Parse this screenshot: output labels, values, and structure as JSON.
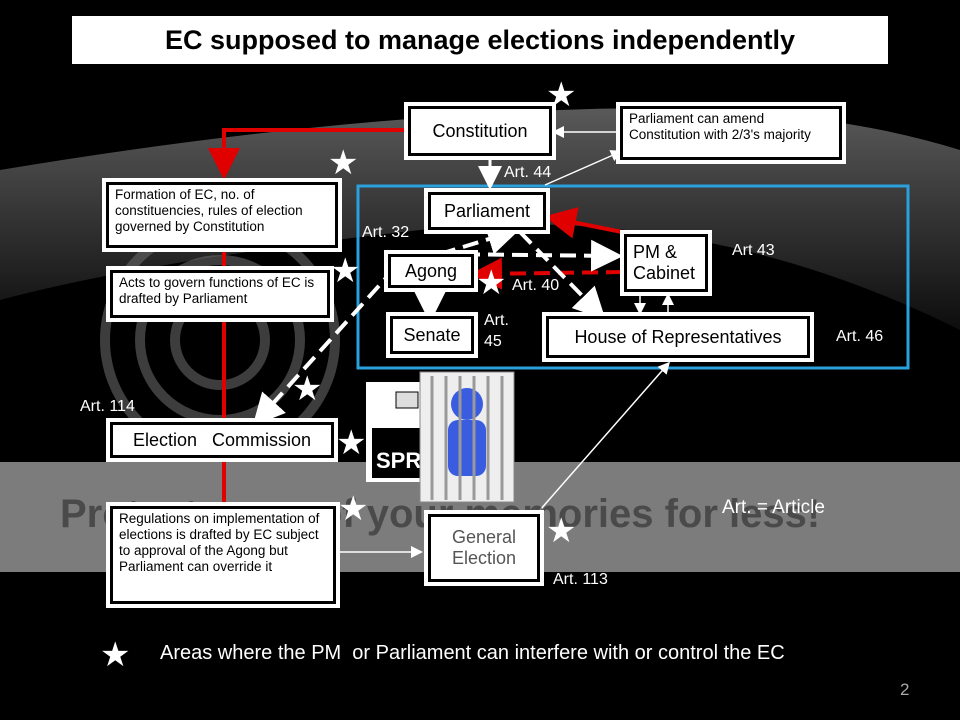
{
  "title": "EC supposed to manage elections independently",
  "nodes": {
    "constitution": "Constitution",
    "parliament": "Parliament",
    "agong": "Agong",
    "pm_cabinet": "PM & Cabinet",
    "senate": "Senate",
    "house": "House of Representatives",
    "ec": "Election   Commission",
    "general_election": "General Election"
  },
  "notes": {
    "amend": "Parliament can amend Constitution with 2/3's majority",
    "formation": "Formation of EC, no. of constituencies, rules of election governed by Constitution",
    "acts": "Acts to govern functions of EC is drafted by Parliament",
    "regulations": "Regulations on implementation of elections is drafted by EC subject to approval of the Agong but Parliament can override it"
  },
  "articles": {
    "a44": "Art. 44",
    "a32": "Art. 32",
    "a43": "Art 43",
    "a40": "Art. 40",
    "a45": "Art. 45",
    "a46": "Art. 46",
    "a114": "Art. 114",
    "a113": "Art. 113"
  },
  "article_legend": "Art. = Article",
  "star_legend": "Areas where the PM  or Parliament can interfere with or control the EC",
  "page_number": "2",
  "watermark": "Protect more of your memories for less!",
  "colors": {
    "red": "#e00000",
    "blue": "#2aa0dc",
    "white": "#ffffff"
  }
}
